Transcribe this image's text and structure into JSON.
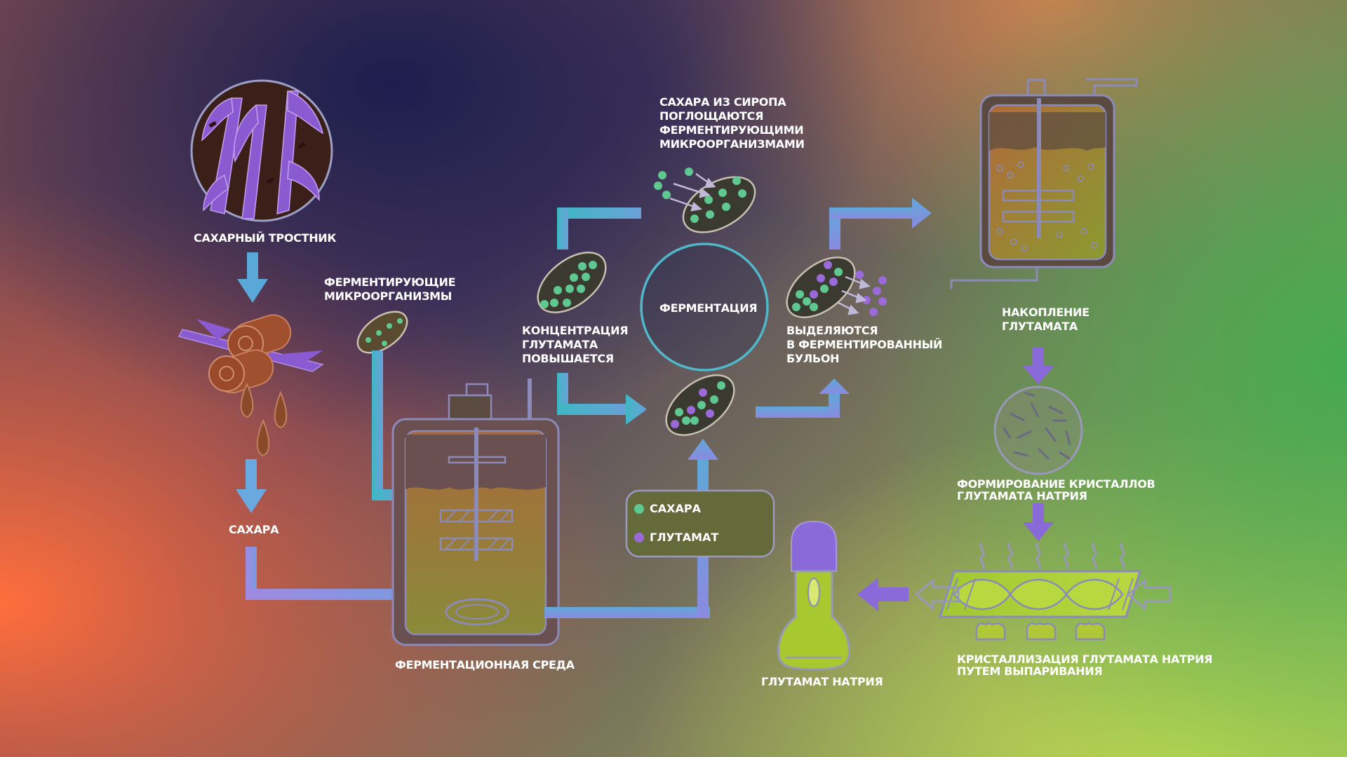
{
  "labels": {
    "sugarcane": "САХАРНЫЙ ТРОСТНИК",
    "microorganisms": "ФЕРМЕНТИРУЮЩИЕ\nМИКРООРГАНИЗМЫ",
    "sugars": "САХАРА",
    "medium": "ФЕРМЕНТАЦИОННАЯ СРЕДА",
    "absorbed": "САХАРА ИЗ СИРОПА\nПОГЛОЩАЮТСЯ\nФЕРМЕНТИРУЮЩИМИ\nМИКРООРГАНИЗМАМИ",
    "concentration": "КОНЦЕНТРАЦИЯ\nГЛУТАМАТА\nПОВЫШАЕТСЯ",
    "fermentation": "ФЕРМЕНТАЦИЯ",
    "released": "ВЫДЕЛЯЮТСЯ\nВ ФЕРМЕНТИРОВАННЫЙ\nБУЛЬОН",
    "accumulation": "НАКОПЛЕНИЕ\nГЛУТАМАТА",
    "crystals": "ФОРМИРОВАНИЕ КРИСТАЛЛОВ\nГЛУТАМАТА НАТРИЯ",
    "evaporation": "КРИСТАЛЛИЗАЦИЯ ГЛУТАМАТА НАТРИЯ\nПУТЕМ ВЫПАРИВАНИЯ",
    "msg": "ГЛУТАМАТ НАТРИЯ"
  },
  "legend": {
    "sugar_label": "САХАРА",
    "sugar_color": "#5fc890",
    "glutamate_label": "ГЛУТАМАТ",
    "glutamate_color": "#9a6ad8"
  },
  "colors": {
    "teal": "#3fb8c4",
    "blue": "#7aa8e0",
    "purple": "#8a6ad8",
    "cane": "#8a5ad0",
    "outline": "#8c8ab8"
  },
  "icons": [
    "sugarcane-icon",
    "press-rollers-icon",
    "droplets-icon",
    "bacterium-icon",
    "fermenter-tank-icon",
    "storage-tank-icon",
    "crystal-sphere-icon",
    "evaporator-icon",
    "msg-bottle-icon"
  ]
}
